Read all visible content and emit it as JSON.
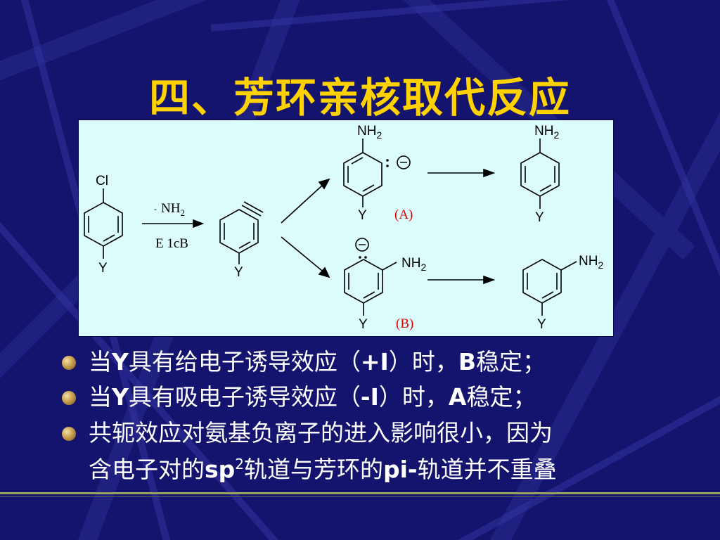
{
  "slide": {
    "title": "四、芳环亲核取代反应"
  },
  "scheme": {
    "reactant_sub": "Cl",
    "y": "Y",
    "reagent": "NH",
    "reagent_sub": "2",
    "reagent_charge": "-",
    "condition": "E 1cB",
    "nh": "NH",
    "two": "2",
    "label_a": "(A)",
    "label_b": "(B)",
    "minus": "−",
    "colon": ":"
  },
  "bullets": [
    {
      "parts": [
        "当",
        "Y",
        "具有给电子诱导效应（",
        "+I",
        "）时，",
        "B",
        "稳定；"
      ]
    },
    {
      "parts": [
        "当",
        "Y",
        "具有吸电子诱导效应（",
        "-I",
        "）时，",
        "A",
        "稳定；"
      ]
    },
    {
      "line1": "共轭效应对氨基负离子的进入影响很小，因为",
      "parts2": [
        "含电子对的",
        "sp",
        "2",
        "轨道与芳环的",
        "pi-",
        "轨道并不重叠"
      ]
    }
  ],
  "colors": {
    "background": "#14146e",
    "title": "#ffd200",
    "panel": "#dcfcfc",
    "label_red": "#e00000"
  }
}
